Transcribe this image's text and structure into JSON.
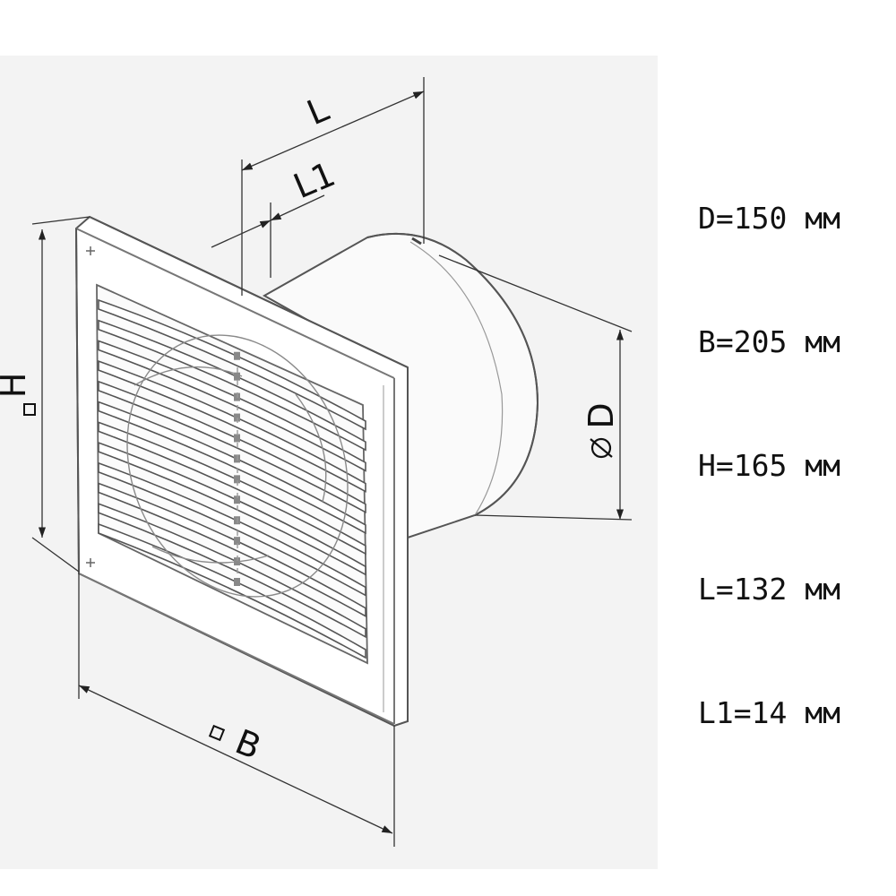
{
  "diagram": {
    "labels": {
      "length": "L",
      "flange_depth": "L1",
      "height": "H",
      "width": "B",
      "diameter": "D"
    }
  },
  "specs": [
    {
      "text": "D=150 мм"
    },
    {
      "text": "B=205 мм"
    },
    {
      "text": "H=165 мм"
    },
    {
      "text": "L=132 мм"
    },
    {
      "text": "L1=14 мм"
    }
  ]
}
